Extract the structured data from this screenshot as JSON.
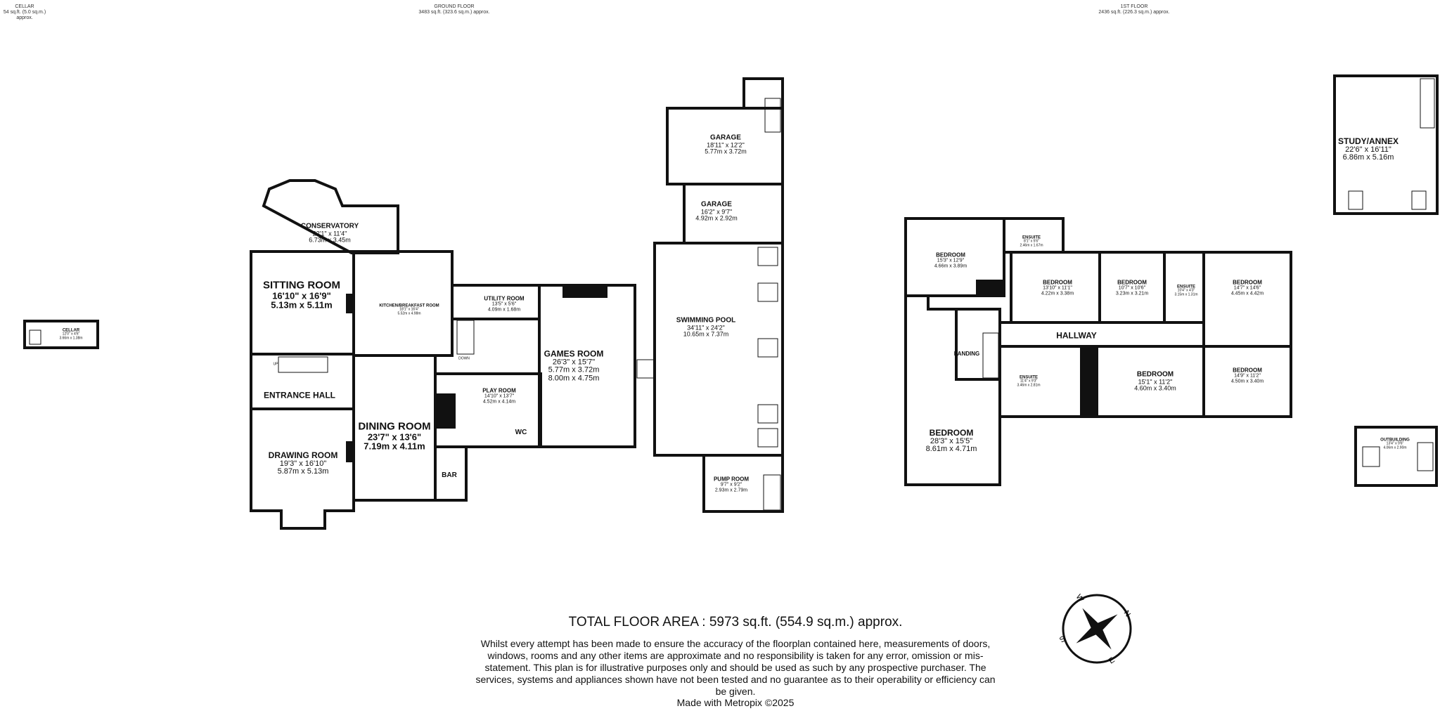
{
  "headers": {
    "cellar": {
      "name": "CELLAR",
      "area": "54 sq.ft. (5.0 sq.m.) approx."
    },
    "ground": {
      "name": "GROUND FLOOR",
      "area": "3483 sq.ft. (323.6 sq.m.) approx."
    },
    "first": {
      "name": "1ST FLOOR",
      "area": "2436 sq.ft. (226.3 sq.m.) approx."
    }
  },
  "rooms": {
    "cellar": {
      "name": "CELLAR",
      "dims": "12'0\" x 4'6\"",
      "metric": "3.66m x 1.38m"
    },
    "conservatory": {
      "name": "CONSERVATORY",
      "dims": "22'1\" x 11'4\"",
      "metric": "6.73m x 3.45m"
    },
    "sitting_room": {
      "name": "SITTING ROOM",
      "dims": "16'10\" x 16'9\"",
      "metric": "5.13m x 5.11m"
    },
    "kitchen": {
      "name": "KITCHEN/BREAKFAST ROOM",
      "dims": "18'1\" x 16'4\"",
      "metric": "5.52m x 4.98m"
    },
    "utility": {
      "name": "UTILITY ROOM",
      "dims": "13'5\" x 5'6\"",
      "metric": "4.09m x 1.68m"
    },
    "entrance_hall": {
      "name": "ENTRANCE HALL"
    },
    "dining_room": {
      "name": "DINING ROOM",
      "dims": "23'7\" x 13'6\"",
      "metric": "7.19m x 4.11m"
    },
    "drawing_room": {
      "name": "DRAWING ROOM",
      "dims": "19'3\" x 16'10\"",
      "metric": "5.87m x 5.13m"
    },
    "play_room": {
      "name": "PLAY ROOM",
      "dims": "14'10\" x 13'7\"",
      "metric": "4.52m x 4.14m"
    },
    "wc": {
      "name": "WC"
    },
    "bar": {
      "name": "BAR"
    },
    "games_room": {
      "name": "GAMES ROOM",
      "dims": "26'3\" x 15'7\"",
      "metric": "8.00m x 4.75m"
    },
    "garage1": {
      "name": "GARAGE",
      "dims": "18'11\" x 12'2\"",
      "metric": "5.77m x 3.72m"
    },
    "garage2": {
      "name": "GARAGE",
      "dims": "16'2\" x 9'7\"",
      "metric": "4.92m x 2.92m"
    },
    "pool": {
      "name": "SWIMMING POOL",
      "dims": "34'11\" x 24'2\"",
      "metric": "10.65m x 7.37m"
    },
    "pump_room": {
      "name": "PUMP ROOM",
      "dims": "9'7\" x 9'2\"",
      "metric": "2.93m x 2.79m"
    },
    "bed_a": {
      "name": "BEDROOM",
      "dims": "15'3\" x 12'9\"",
      "metric": "4.66m x 3.89m"
    },
    "ensuite_a": {
      "name": "ENSUITE",
      "dims": "8'1\" x 5'6\"",
      "metric": "2.46m x 1.67m"
    },
    "bed_b": {
      "name": "BEDROOM",
      "dims": "13'10\" x 11'1\"",
      "metric": "4.22m x 3.38m"
    },
    "bed_c": {
      "name": "BEDROOM",
      "dims": "10'7\" x 10'6\"",
      "metric": "3.23m x 3.21m"
    },
    "ensuite_b": {
      "name": "ENSUITE",
      "dims": "10'4\" x 4'3\"",
      "metric": "3.15m x 1.31m"
    },
    "bed_d": {
      "name": "BEDROOM",
      "dims": "14'7\" x 14'6\"",
      "metric": "4.45m x 4.42m"
    },
    "hallway": {
      "name": "HALLWAY"
    },
    "landing": {
      "name": "LANDING"
    },
    "ensuite_c": {
      "name": "ENSUITE",
      "dims": "11'4\" x 9'3\"",
      "metric": "3.46m x 2.81m"
    },
    "bed_e": {
      "name": "BEDROOM",
      "dims": "15'1\" x 11'2\"",
      "metric": "4.60m x 3.40m"
    },
    "bed_f": {
      "name": "BEDROOM",
      "dims": "14'9\" x 11'2\"",
      "metric": "4.50m x 3.40m"
    },
    "bed_master": {
      "name": "BEDROOM",
      "dims": "28'3\" x 15'5\"",
      "metric": "8.61m x 4.71m"
    },
    "study": {
      "name": "STUDY/ANNEX",
      "dims": "22'6\" x 16'11\"",
      "metric": "6.86m x 5.16m"
    },
    "outbuilding": {
      "name": "OUTBUILDING",
      "dims": "13'4\" x 9'6\"",
      "metric": "4.06m x 2.90m"
    }
  },
  "small_marks": {
    "up": "UP",
    "down": "DOWN"
  },
  "total": "TOTAL FLOOR AREA : 5973 sq.ft. (554.9 sq.m.) approx.",
  "disclaimer": "Whilst every attempt has been made to ensure the accuracy of the floorplan contained here, measurements of doors, windows, rooms and any other items are approximate and no responsibility is taken for any error, omission or mis-statement. This plan is for illustrative purposes only and should be used as such by any prospective purchaser. The services, systems and appliances shown have not been tested and no guarantee as to their operability or efficiency can be given.",
  "made_with": "Made with Metropix ©2025",
  "compass": {
    "n": "N",
    "e": "E",
    "s": "S",
    "w": "W"
  },
  "colors": {
    "wall": "#111111",
    "fill": "#ffffff",
    "stair_fill": "#dddddd",
    "accent": "#000000"
  }
}
